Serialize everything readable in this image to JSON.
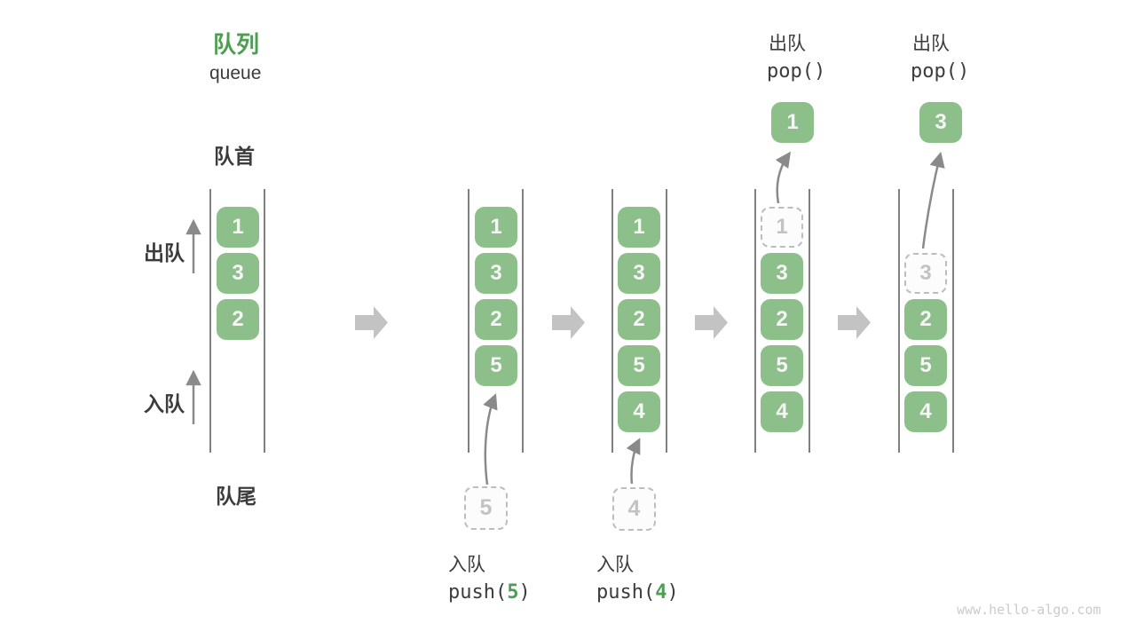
{
  "title": {
    "zh": "队列",
    "en": "queue"
  },
  "labels": {
    "front": "队首",
    "rear": "队尾",
    "dequeue": "出队",
    "enqueue": "入队"
  },
  "colors": {
    "box_green": "#8dbf8b",
    "title_green": "#4d9e52",
    "thin_arrow_gray": "#8a8a8a",
    "block_arrow_gray": "#c3c3c3",
    "wall_line_gray": "#606060",
    "ghost_gray": "#c3c3c3",
    "text_dark": "#3c3c3c",
    "watermark_gray": "#cbcbcb"
  },
  "states": [
    {
      "boxes": [
        "1",
        "3",
        "2"
      ]
    },
    {
      "boxes": [
        "1",
        "3",
        "2",
        "5"
      ],
      "staged": "5"
    },
    {
      "boxes": [
        "1",
        "3",
        "2",
        "5",
        "4"
      ],
      "staged": "4"
    },
    {
      "ghost": "1",
      "boxes": [
        "3",
        "2",
        "5",
        "4"
      ],
      "popped": "1"
    },
    {
      "ghost": "3",
      "boxes": [
        "2",
        "5",
        "4"
      ],
      "popped": "3"
    }
  ],
  "operations": {
    "push5": {
      "label": "入队",
      "fn": "push(",
      "arg": "5",
      "close": ")"
    },
    "push4": {
      "label": "入队",
      "fn": "push(",
      "arg": "4",
      "close": ")"
    },
    "pop1": {
      "label": "出队",
      "fn": "pop()"
    },
    "pop2": {
      "label": "出队",
      "fn": "pop()"
    }
  },
  "watermark": "www.hello-algo.com"
}
